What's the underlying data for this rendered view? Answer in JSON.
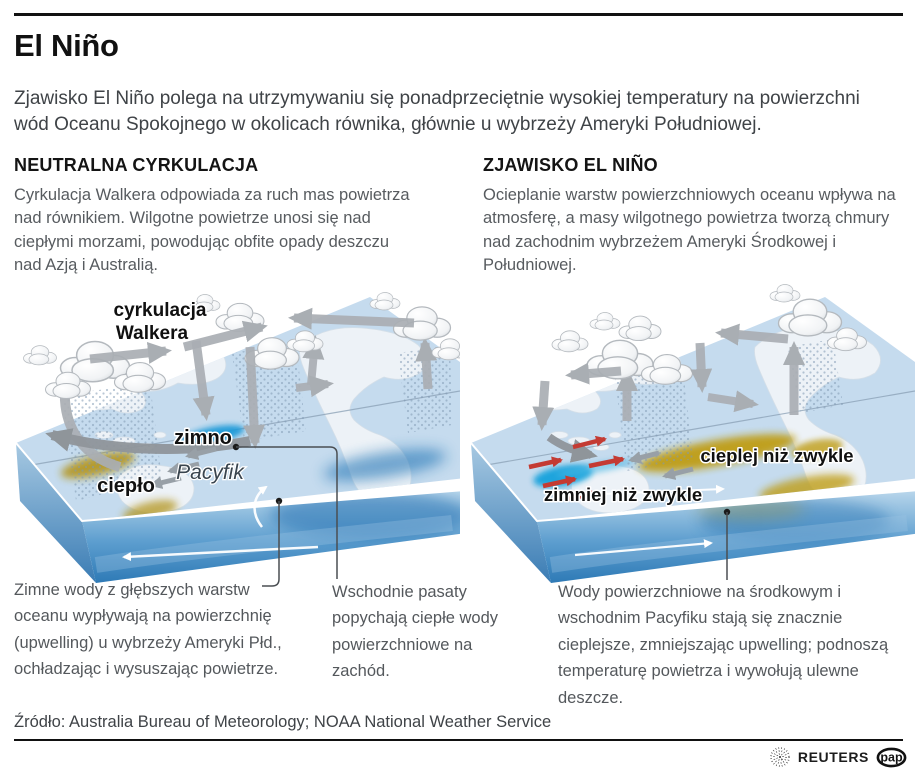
{
  "header": {
    "title": "El Niño",
    "intro": "Zjawisko El Niño polega na utrzymywaniu się ponadprzeciętnie wysokiej temperatury na powierzchni wód Oceanu Spokojnego w okolicach równika, głównie u wybrzeży Ameryki Południowej."
  },
  "sections": {
    "neutral": {
      "heading": "NEUTRALNA CYRKULACJA",
      "body": "Cyrkulacja Walkera odpowiada za ruch mas powietrza nad równikiem. Wilgotne powietrze unosi się nad ciepłymi morzami, powodując obfite opady deszczu nad Azją i Australią."
    },
    "elnino": {
      "heading": "ZJAWISKO EL NIÑO",
      "body": "Ocieplanie warstw powierzchniowych oceanu wpływa na atmosferę, a masy wilgotnego powietrza tworzą chmury nad zachodnim wybrzeżem Ameryki Środkowej i Południowej."
    }
  },
  "diagram_neutral": {
    "walker_line1": "cyrkulacja",
    "walker_line2": "Walkera",
    "cold_label": "zimno",
    "ocean_label": "Pacyfik",
    "warm_label": "ciepło"
  },
  "diagram_elnino": {
    "warmer_label": "cieplej niż zwykle",
    "colder_label": "zimniej niż zwykle"
  },
  "annotations": {
    "upwelling": "Zimne wody z głębszych warstw oceanu wypływają na powierzchnię (upwelling) u wybrzeży Ameryki Płd., ochładzając i wysuszając powietrze.",
    "trade_winds": "Wschodnie pasaty popychają ciepłe wody powierzchniowe na zachód.",
    "warming": "Wody powierzchniowe na środkowym i wschodnim Pacyfiku stają się znacznie cieplejsze, zmniejszając upwelling; podnoszą temperaturę powietrza i wywołują ulewne deszcze."
  },
  "footer": {
    "source": "Źródło: Australia Bureau of Meteorology; NOAA National Weather Service",
    "agency": "REUTERS",
    "agency2": "pap"
  },
  "colors": {
    "warm_patch": "#b3941c",
    "cold_patch": "#1c9ad8",
    "ocean_top": "#c5dbee",
    "flow_arrow": "#a9aeb3",
    "red_arrow": "#c43b33"
  }
}
